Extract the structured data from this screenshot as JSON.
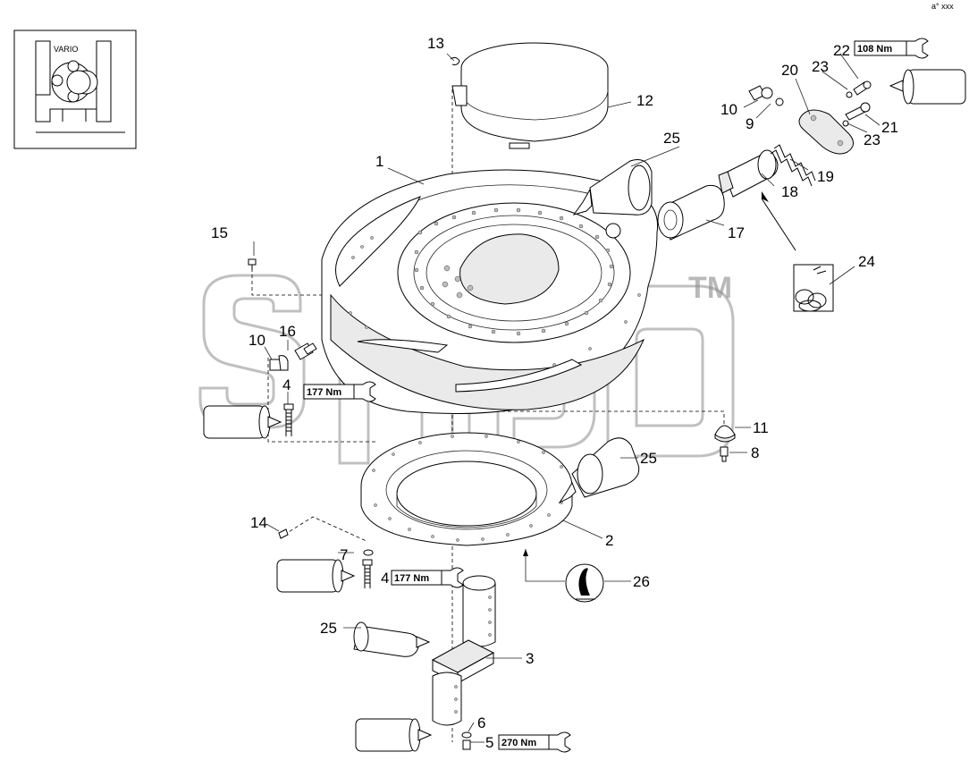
{
  "corner_mark": "a° xxx",
  "vario_label": "VARIO",
  "watermark": "TM",
  "part_labels": {
    "p1": "1",
    "p2": "2",
    "p3": "3",
    "p4a": "4",
    "p4b": "4",
    "p5": "5",
    "p6": "6",
    "p7": "7",
    "p8": "8",
    "p9": "9",
    "p10a": "10",
    "p10b": "10",
    "p11": "11",
    "p12": "12",
    "p13": "13",
    "p14": "14",
    "p15": "15",
    "p16": "16",
    "p17": "17",
    "p18": "18",
    "p19": "19",
    "p20": "20",
    "p21": "21",
    "p22": "22",
    "p23a": "23",
    "p23b": "23",
    "p24": "24",
    "p25a": "25",
    "p25b": "25",
    "p25c": "25",
    "p26": "26"
  },
  "torques": {
    "t108": "108 Nm",
    "t177a": "177 Nm",
    "t177b": "177 Nm",
    "t270": "270 Nm"
  }
}
